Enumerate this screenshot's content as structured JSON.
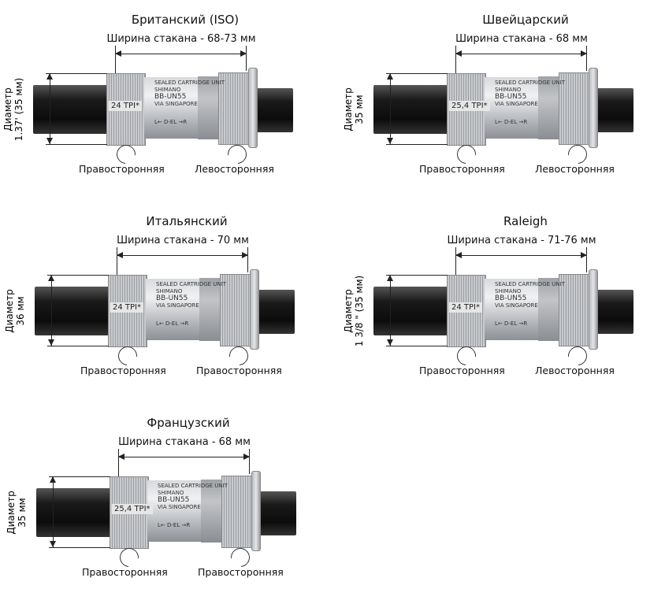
{
  "panels": [
    {
      "title": "Британский (ISO)",
      "width_label": "Ширина стакана - 68-73 мм",
      "diameter_label": [
        "Диаметр",
        "1.37' (35 мм)"
      ],
      "tpi": "24 TPI*",
      "left_label": "Правосторонняя",
      "right_label": "Левосторонняя"
    },
    {
      "title": "Швейцарский",
      "width_label": "Ширина стакана - 68 мм",
      "diameter_label": [
        "Диаметр",
        "35 мм"
      ],
      "tpi": "25,4 TPI*",
      "left_label": "Правосторонняя",
      "right_label": "Левосторонняя"
    },
    {
      "title": "Итальянский",
      "width_label": "Ширина стакана - 70 мм",
      "diameter_label": [
        "Диаметр",
        "36 мм"
      ],
      "tpi": "24 TPI*",
      "left_label": "Правосторонняя",
      "right_label": "Правосторонняя"
    },
    {
      "title": "Raleigh",
      "width_label": "Ширина стакана - 71-76 мм",
      "diameter_label": [
        "Диаметр",
        "1 3/8 \" (35 мм)"
      ],
      "tpi": "24 TPI*",
      "left_label": "Правосторонняя",
      "right_label": "Левосторонняя"
    },
    {
      "title": "Французский",
      "width_label": "Ширина стакана - 68 мм",
      "diameter_label": [
        "Диаметр",
        "35 мм"
      ],
      "tpi": "25,4 TPI*",
      "left_label": "Правосторонняя",
      "right_label": "Правосторонняя"
    }
  ],
  "product_marking": {
    "box": "SEALED CARTRIDGE UNIT",
    "brand": "SHIMANO",
    "model": "BB-UN55",
    "origin": "VIA SINGAPORE",
    "direction": "L← D-EL →R"
  }
}
